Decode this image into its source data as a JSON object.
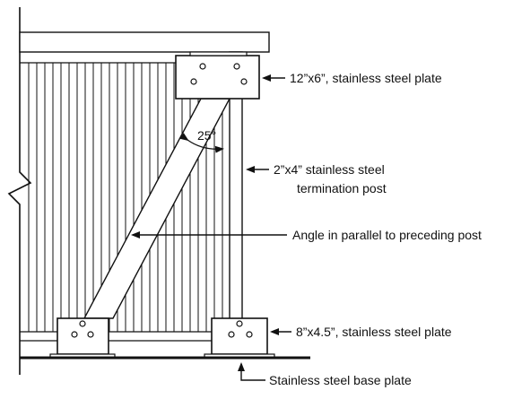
{
  "labels": {
    "top_plate": "12”x6”, stainless steel plate",
    "angle": "25°",
    "post_line1": "2”x4” stainless steel",
    "post_line2": "termination post",
    "parallel": "Angle in parallel to preceding post",
    "bottom_plate": "8”x4.5”, stainless steel plate",
    "base_plate": "Stainless steel base plate"
  },
  "colors": {
    "line": "#111111",
    "fill": "#ffffff"
  }
}
